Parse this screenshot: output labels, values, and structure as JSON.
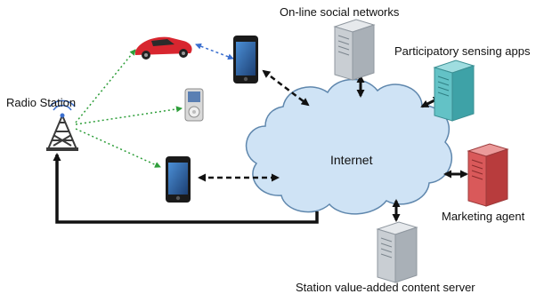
{
  "labels": {
    "radio_station": "Radio Station",
    "social_networks": "On-line social networks",
    "participatory_apps": "Participatory sensing apps",
    "marketing_agent": "Marketing agent",
    "content_server": "Station value-added content server",
    "internet": "Internet"
  },
  "colors": {
    "cloud_fill": "#cfe3f5",
    "cloud_stroke": "#5f87ad",
    "green_link": "#2e9e3a",
    "blue_link": "#3b6fcf",
    "black_link": "#111111",
    "car": "#d8262f",
    "server_gray": "#c9ced3",
    "server_teal": "#63c2c6",
    "server_red": "#d9595a"
  },
  "icons": [
    "radio-tower-icon",
    "car-icon",
    "smartphone-icon",
    "ipod-icon",
    "server-icon"
  ]
}
